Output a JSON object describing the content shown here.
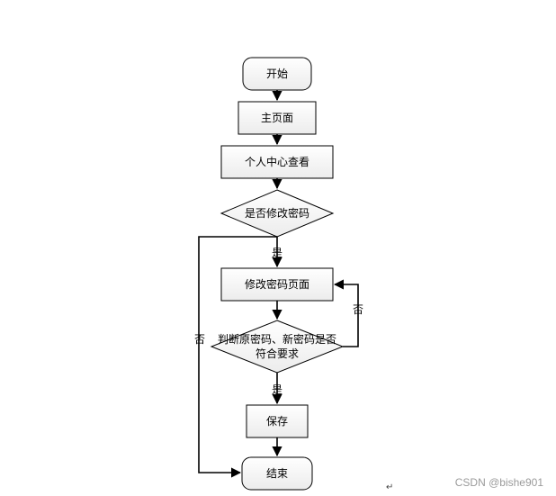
{
  "nodes": {
    "start": "开始",
    "main_page": "主页面",
    "profile": "个人中心查看",
    "decision_modify": "是否修改密码",
    "modify_page": "修改密码页面",
    "decision_check_line1": "判断原密码、新密码是否",
    "decision_check_line2": "符合要求",
    "save": "保存",
    "end": "结束"
  },
  "edges": {
    "yes_1": "是",
    "no_1": "否",
    "no_2": "否",
    "yes_2": "是"
  },
  "watermark": "CSDN @bishe901",
  "return_mark": "↵"
}
